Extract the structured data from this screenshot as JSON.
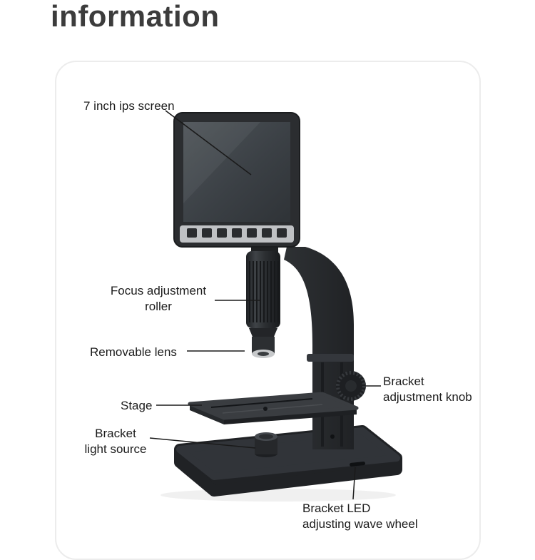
{
  "page": {
    "title": "information"
  },
  "callouts": {
    "screen": {
      "text": "7 inch ips screen"
    },
    "focus": {
      "line1": "Focus adjustment",
      "line2": "roller"
    },
    "lens": {
      "text": "Removable lens"
    },
    "stage": {
      "text": "Stage"
    },
    "light": {
      "line1": "Bracket",
      "line2": "light source"
    },
    "knob": {
      "line1": "Bracket",
      "line2": "adjustment knob"
    },
    "wave": {
      "line1": "Bracket LED",
      "line2": "adjusting wave wheel"
    }
  },
  "illustration": {
    "name": "digital-microscope-with-7-inch-screen"
  },
  "colors": {
    "microscope_body": "#2b2d30",
    "screen_panel": "#3d4247",
    "button_strip": "#bfc1c4",
    "lens_ring": "#c7c9cb",
    "title_text": "#3c3c3c",
    "label_text": "#1c1c1c",
    "card_border": "#ececec",
    "leader_line": "#1a1a1a"
  }
}
